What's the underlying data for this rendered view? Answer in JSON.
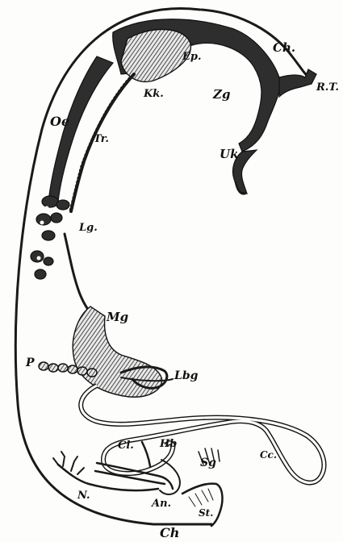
{
  "labels": {
    "ch_top": "Ch.",
    "ep": "Ep.",
    "rt": "R.T.",
    "kk": "Kk.",
    "zg": "Zg",
    "oe": "Oe",
    "tr": "Tr.",
    "uk": "Uk",
    "lg": "Lg.",
    "mg": "Mg",
    "p": "P",
    "lbg": "Lbg",
    "cl": "Cl.",
    "hb": "Hb",
    "sg": "Sg",
    "cc": "Cc.",
    "n": "N.",
    "an": "An.",
    "st": "St.",
    "ch_bottom": "Ch"
  }
}
